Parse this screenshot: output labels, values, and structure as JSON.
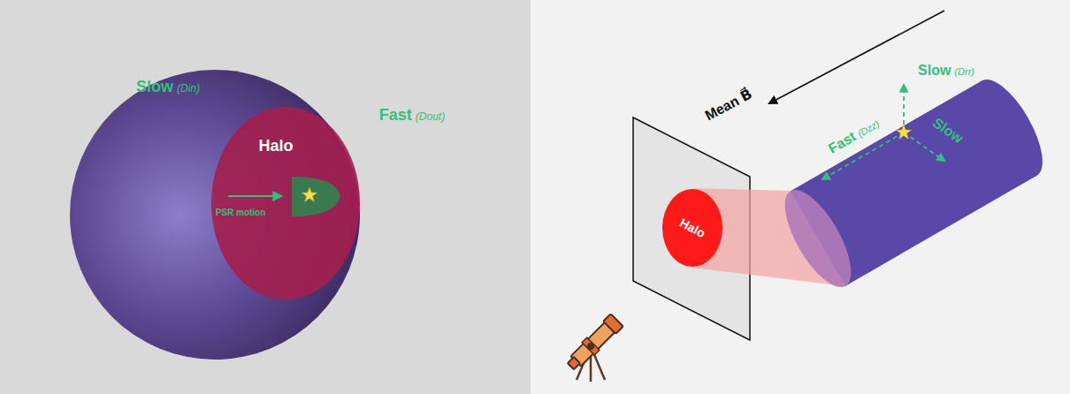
{
  "diagram": {
    "nodes": [
      {
        "text": [
          "Slow",
          "(Din)",
          "Fast",
          "(Dout)"
        ]
      },
      {
        "text": [
          "Halo",
          "PSR motion"
        ],
        "in": 0
      },
      {
        "text": [
          "Halo"
        ]
      },
      {
        "text": [
          "Slow",
          "(Drr)",
          "Fast",
          "(Dzz)",
          "Slow"
        ]
      }
    ],
    "labels": [
      "Mean B⃗"
    ]
  }
}
